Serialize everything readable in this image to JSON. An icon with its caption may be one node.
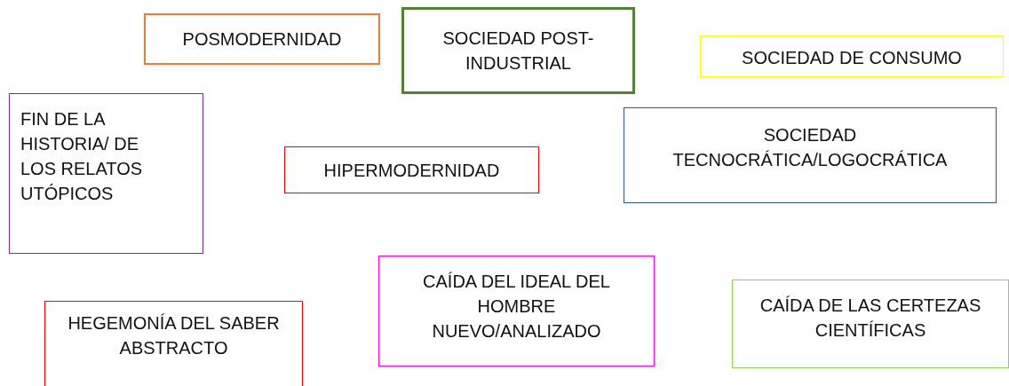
{
  "diagram": {
    "nodes": [
      {
        "text": [
          "POSMODERNIDAD"
        ]
      },
      {
        "text": [
          "SOCIEDAD POST-INDUSTRIAL"
        ]
      },
      {
        "text": [
          "SOCIEDAD DE CONSUMO"
        ]
      },
      {
        "text": [
          "FIN DE LA HISTORIA/ DE LOS RELATOS UTÓPICOS"
        ]
      },
      {
        "text": [
          "HIPERMODERNIDAD"
        ]
      },
      {
        "text": [
          "SOCIEDAD TECNOCRÁTICA/LOGOCRÁTICA"
        ]
      },
      {
        "text": [
          "CAÍDA DEL IDEAL DEL HOMBRE NUEVO/ANALIZADO"
        ]
      },
      {
        "text": [
          "HEGEMONÍA DEL SABER ABSTRACTO"
        ]
      },
      {
        "text": [
          "CAÍDA DE LAS CERTEZAS CIENTÍFICAS"
        ]
      }
    ]
  }
}
